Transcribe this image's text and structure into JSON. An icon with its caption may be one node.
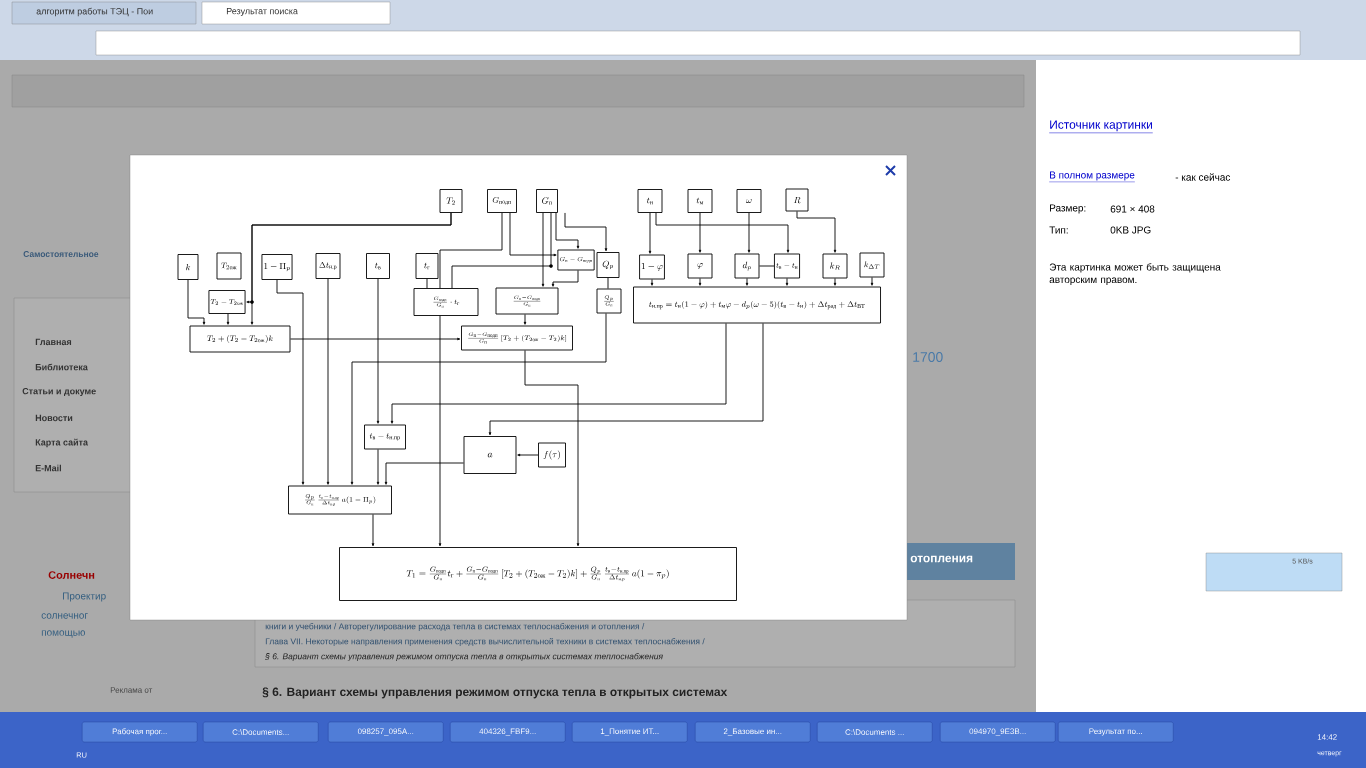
{
  "diagram": {
    "nodes": [
      {
        "text": [
          "T_2"
        ]
      },
      {
        "text": [
          "G_{\\text{подп}}"
        ]
      },
      {
        "text": [
          "G_{\\text{п}}"
        ]
      },
      {
        "text": [
          "t_{\\text{н}}"
        ]
      },
      {
        "text": [
          "t_{\\text{м}}"
        ]
      },
      {
        "text": [
          "\\omega"
        ]
      },
      {
        "text": [
          "R"
        ]
      },
      {
        "text": [
          "k"
        ]
      },
      {
        "text": [
          "T_{2\\text{ож}}"
        ]
      },
      {
        "text": [
          "1-\\Pi_p"
        ]
      },
      {
        "text": [
          "\\Delta t_{\\text{н.р}}"
        ]
      },
      {
        "text": [
          "t_{\\text{в}}"
        ]
      },
      {
        "text": [
          "t_{\\text{г}}"
        ]
      },
      {
        "text": [
          "G_{\\text{п}}-G_{\\text{подп}}"
        ]
      },
      {
        "text": [
          "Q_p"
        ]
      },
      {
        "text": [
          "1-\\varphi"
        ]
      },
      {
        "text": [
          "\\varphi"
        ]
      },
      {
        "text": [
          "d_p"
        ]
      },
      {
        "text": [
          "t_{\\text{в}}-t_{\\text{н}}"
        ]
      },
      {
        "text": [
          "k_R"
        ]
      },
      {
        "text": [
          "k_{\\Delta T}"
        ]
      },
      {
        "text": [
          "T_2-T_{2\\text{ож}}"
        ]
      },
      {
        "text": [
          "\\frac{G_{\\text{подп}}}{G_{\\text{п}}}\\cdot t_{\\text{г}}"
        ]
      },
      {
        "text": [
          "\\frac{G_{\\text{п}}-G_{\\text{подп}}}{G_{\\text{п}}}"
        ]
      },
      {
        "text": [
          "\\frac{Q_p}{G_{\\text{п}}}"
        ]
      },
      {
        "text": [
          "t_{\\text{н.пр}}=t_{\\text{н}}(1-\\varphi)+t_{\\text{м}}\\varphi-d_p(\\omega-5)(t_{\\text{в}}-t_{\\text{н}})+\\Delta t_{\\text{рад}}+\\Delta t_{\\text{ВТ}}"
        ]
      },
      {
        "text": [
          "T_2+(T_2-T_{2\\text{ож}})k"
        ]
      },
      {
        "text": [
          "\\frac{G_{\\text{п}}-G_{\\text{подп}}}{G_{\\text{п}}}\\left[T_2+(T_{2\\text{ож}}-T_2)k\\right]"
        ]
      },
      {
        "text": [
          "t_{\\text{в}}-t_{\\text{н.пр}}"
        ]
      },
      {
        "text": [
          "a"
        ]
      },
      {
        "text": [
          "f(\\tau)"
        ]
      },
      {
        "text": [
          "\\frac{Q_p}{G_{\\text{п}}}\\,\\frac{t_{\\text{в}}-t_{\\text{н.пр}}}{\\Delta t_{\\text{н.р}}}\\,a(1-\\Pi_p)"
        ]
      },
      {
        "text": [
          "T_1=\\frac{G_{\\text{подп}}}{G_{\\text{п}}}t_{\\text{г}}+\\frac{G_{\\text{п}}-G_{\\text{подп}}}{G_{\\text{п}}}\\left[T_2+(T_{2\\text{ож}}-T_2)k\\right]+\\frac{Q_p}{G_{\\text{п}}}\\,\\frac{t_{\\text{в}}-t_{\\text{н.пр}}}{\\Delta t_{\\text{н.р}}}\\,a(1-\\pi_p)"
        ]
      }
    ],
    "edges": [
      {
        "from": 0,
        "to": 26,
        "arrow": "to"
      },
      {
        "from": 0,
        "to": 21,
        "arrow": "to"
      },
      {
        "from": 7,
        "to": 26,
        "arrow": "to"
      },
      {
        "from": 21,
        "to": 26,
        "arrow": "to"
      },
      {
        "from": 9,
        "to": 31,
        "arrow": "to"
      },
      {
        "from": 10,
        "to": 31,
        "arrow": "to"
      },
      {
        "from": 11,
        "to": 28,
        "arrow": "to"
      },
      {
        "from": 12,
        "to": 22,
        "arrow": "none"
      },
      {
        "from": 1,
        "to": 22,
        "arrow": "none"
      },
      {
        "from": 1,
        "to": 13,
        "arrow": "to"
      },
      {
        "from": 2,
        "to": 22,
        "arrow": "none"
      },
      {
        "from": 2,
        "to": 23,
        "arrow": "to"
      },
      {
        "from": 2,
        "to": 13,
        "arrow": "to"
      },
      {
        "from": 2,
        "to": 14,
        "arrow": "to"
      },
      {
        "from": 13,
        "to": 23,
        "arrow": "to"
      },
      {
        "from": 14,
        "to": 24,
        "arrow": "none"
      },
      {
        "from": 22,
        "to": 32,
        "arrow": "to"
      },
      {
        "from": 23,
        "to": 27,
        "arrow": "to"
      },
      {
        "from": 26,
        "to": 27,
        "arrow": "to"
      },
      {
        "from": 27,
        "to": 32,
        "arrow": "to"
      },
      {
        "from": 24,
        "to": 31,
        "arrow": "to"
      },
      {
        "from": 3,
        "to": 15,
        "arrow": "to"
      },
      {
        "from": 3,
        "to": 18,
        "arrow": "to"
      },
      {
        "from": 4,
        "to": 16,
        "arrow": "to"
      },
      {
        "from": 5,
        "to": 17,
        "arrow": "to"
      },
      {
        "from": 6,
        "to": 19,
        "arrow": "to"
      },
      {
        "from": 17,
        "to": 18,
        "arrow": "none"
      },
      {
        "from": 15,
        "to": 25,
        "arrow": "to"
      },
      {
        "from": 16,
        "to": 25,
        "arrow": "to"
      },
      {
        "from": 17,
        "to": 25,
        "arrow": "to"
      },
      {
        "from": 18,
        "to": 25,
        "arrow": "to"
      },
      {
        "from": 19,
        "to": 25,
        "arrow": "to"
      },
      {
        "from": 20,
        "to": 25,
        "arrow": "to"
      },
      {
        "from": 25,
        "to": 28,
        "arrow": "to"
      },
      {
        "from": 25,
        "to": 29,
        "arrow": "to"
      },
      {
        "from": 28,
        "to": 31,
        "arrow": "to"
      },
      {
        "from": 29,
        "to": 31,
        "arrow": "to"
      },
      {
        "from": 30,
        "to": 29,
        "arrow": "to"
      },
      {
        "from": 31,
        "to": 32,
        "arrow": "to"
      }
    ],
    "labels": [
      "алгоритм работы ТЭЦ - Пои",
      "Результат поиска",
      "Самостоятельное",
      "Главная",
      "Библиотека",
      "Статьи и докуме",
      "Новости",
      "Карта сайта",
      "E-Mail",
      "Источник картинки",
      "В полном размере",
      "- как сейчас",
      "Размер:",
      "691 × 408",
      "Тип:",
      "0KB JPG",
      "Эта картинка может быть защищена авторским правом.",
      "1700",
      "Солнечн",
      "Проектир",
      "солнечног",
      "помощью",
      "Реклама от",
      "отопления",
      "5 KB/s",
      "книги и учебники / Авторегулирование расхода тепла в системах теплоснабжения и отопления /",
      "Глава VII. Некоторые направления применения средств вычислительной техники в системах теплоснабжения /",
      "§ 6. Вариант схемы управления режимом отпуска тепла в открытых системах теплоснабжения",
      "§ 6. Вариант схемы управления режимом отпуска тепла в открытых системах",
      "RU",
      "Рабочая прог...",
      "C:\\Documents...",
      "098257_095A...",
      "404326_FBF9...",
      "1_Понятие ИТ...",
      "2_Базовые ин...",
      "C:\\Documents ...",
      "094970_9E3B...",
      "Результат по...",
      "14:42",
      "четверг"
    ]
  }
}
